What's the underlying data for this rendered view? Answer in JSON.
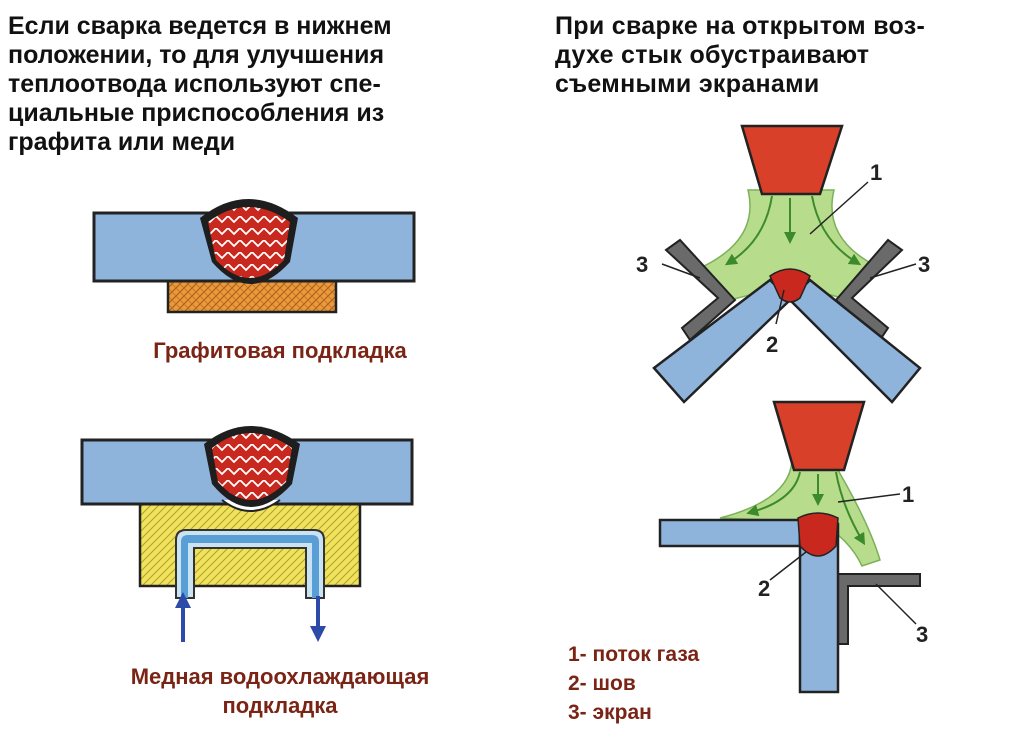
{
  "left_heading": {
    "line1": "Если сварка ведется в нижнем",
    "line2": "положении, то для улучшения",
    "line3": "теплоотвода используют спе-",
    "line4": "циальные приспособления из",
    "line5": "графита или меди"
  },
  "right_heading": {
    "line1": "При сварке на открытом воз-",
    "line2": "духе стык обустраивают",
    "line3": "съемными экранами"
  },
  "captions": {
    "graphite": "Графитовая подкладка",
    "copper_line1": "Медная водоохлаждающая",
    "copper_line2": "подкладка"
  },
  "labels": {
    "gas_flow": "1",
    "seam": "2",
    "screen": "3"
  },
  "legend": [
    "1- поток газа",
    "2- шов",
    "3- экран"
  ],
  "colors": {
    "plate": "#8fb4dc",
    "graphite": "#e89a3c",
    "copper": "#f0e25a",
    "weld": "#c8281e",
    "nozzle": "#d8402a",
    "gas": "#b6dc8c",
    "screen": "#6a6a6a",
    "arrow": "#2c4aa8",
    "caption": "#7a2416"
  }
}
